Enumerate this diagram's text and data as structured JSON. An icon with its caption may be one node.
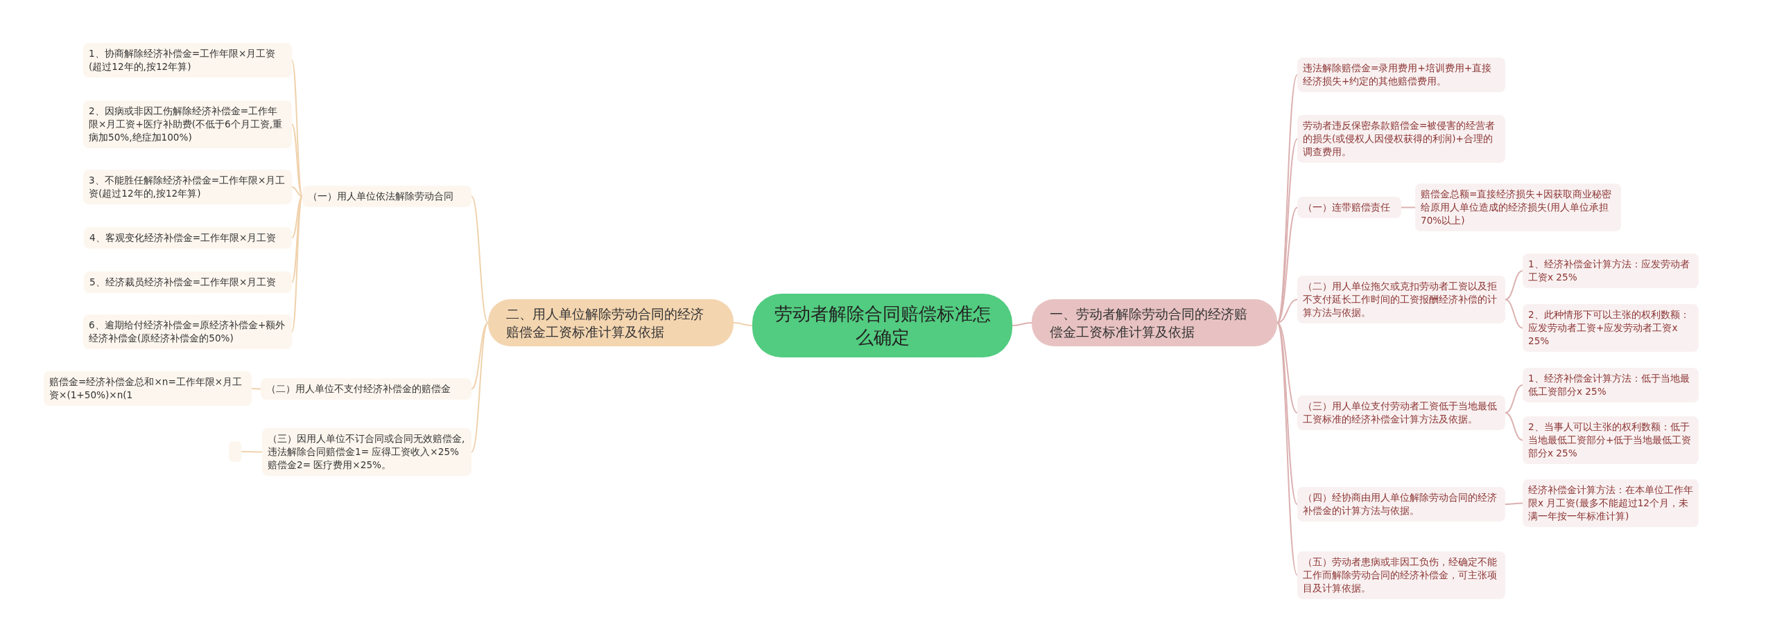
{
  "diagram": {
    "nodes": [
      {
        "text": [
          "劳动者解除合同赔偿标准怎么确定"
        ]
      },
      {
        "text": [
          "一、劳动者解除劳动合同的经济赔偿金工资标准计算及依据"
        ]
      },
      {
        "text": [
          "违法解除赔偿金=录用费用+培训费用+直接经济损失+约定的其他赔偿费用。"
        ]
      },
      {
        "text": [
          "劳动者违反保密条款赔偿金=被侵害的经营者的损失(或侵权人因侵权获得的利润)+合理的调查费用。"
        ]
      },
      {
        "text": [
          "（一）连带赔偿责任"
        ]
      },
      {
        "text": [
          "赔偿金总额=直接经济损失+因获取商业秘密给原用人单位造成的经济损失(用人单位承担70%以上)"
        ]
      },
      {
        "text": [
          "（二）用人单位拖欠或克扣劳动者工资以及拒不支付延长工作时间的工资报酬经济补偿的计算方法与依据。"
        ]
      },
      {
        "text": [
          "1、经济补偿金计算方法：应发劳动者工资x 25%"
        ]
      },
      {
        "text": [
          "2、此种情形下可以主张的权利数额：应发劳动者工资+应发劳动者工资x 25%"
        ]
      },
      {
        "text": [
          "（三）用人单位支付劳动者工资低于当地最低工资标准的经济补偿金计算方法及依据。"
        ]
      },
      {
        "text": [
          "1、经济补偿金计算方法：低于当地最低工资部分x 25%"
        ]
      },
      {
        "text": [
          "2、当事人可以主张的权利数额：低于当地最低工资部分+低于当地最低工资部分x 25%"
        ]
      },
      {
        "text": [
          "（四）经协商由用人单位解除劳动合同的经济补偿金的计算方法与依据。"
        ]
      },
      {
        "text": [
          "经济补偿金计算方法：在本单位工作年限x 月工资(最多不能超过12个月，未满一年按一年标准计算)"
        ]
      },
      {
        "text": [
          "（五）劳动者患病或非因工负伤，经确定不能工作而解除劳动合同的经济补偿金，可主张项目及计算依据。"
        ]
      },
      {
        "text": [
          "二、用人单位解除劳动合同的经济赔偿金工资标准计算及依据"
        ]
      },
      {
        "text": [
          "（一）用人单位依法解除劳动合同"
        ]
      },
      {
        "text": [
          "1、协商解除经济补偿金=工作年限×月工资(超过12年的,按12年算)"
        ]
      },
      {
        "text": [
          "2、因病或非因工伤解除经济补偿金=工作年限×月工资+医疗补助费(不低于6个月工资,重病加50%,绝症加100%)"
        ]
      },
      {
        "text": [
          "3、不能胜任解除经济补偿金=工作年限×月工资(超过12年的,按12年算)"
        ]
      },
      {
        "text": [
          "4、客观变化经济补偿金=工作年限×月工资"
        ]
      },
      {
        "text": [
          "5、经济裁员经济补偿金=工作年限×月工资"
        ]
      },
      {
        "text": [
          "6、逾期给付经济补偿金=原经济补偿金+额外经济补偿金(原经济补偿金的50%)"
        ]
      },
      {
        "text": [
          "（二）用人单位不支付经济补偿金的赔偿金"
        ]
      },
      {
        "text": [
          "赔偿金=经济补偿金总和×n=工作年限×月工资×(1+50%)×n(1"
        ]
      },
      {
        "text": [
          "（三）因用人单位不订合同或合同无效赔偿金,违法解除合同赔偿金1= 应得工资收入×25% 赔偿金2= 医疗费用×25%。"
        ]
      },
      {
        "text": [],
        "shape": "box"
      }
    ],
    "edges": [
      {
        "from": 0,
        "to": 1,
        "arrow": "none"
      },
      {
        "from": 1,
        "to": 2,
        "arrow": "none"
      },
      {
        "from": 1,
        "to": 3,
        "arrow": "none"
      },
      {
        "from": 1,
        "to": 4,
        "arrow": "none"
      },
      {
        "from": 4,
        "to": 5,
        "arrow": "none"
      },
      {
        "from": 1,
        "to": 6,
        "arrow": "none"
      },
      {
        "from": 6,
        "to": 7,
        "arrow": "none"
      },
      {
        "from": 6,
        "to": 8,
        "arrow": "none"
      },
      {
        "from": 1,
        "to": 9,
        "arrow": "none"
      },
      {
        "from": 9,
        "to": 10,
        "arrow": "none"
      },
      {
        "from": 9,
        "to": 11,
        "arrow": "none"
      },
      {
        "from": 1,
        "to": 12,
        "arrow": "none"
      },
      {
        "from": 12,
        "to": 13,
        "arrow": "none"
      },
      {
        "from": 1,
        "to": 14,
        "arrow": "none"
      },
      {
        "from": 0,
        "to": 15,
        "arrow": "none",
        "color": "#f0d2ad"
      },
      {
        "from": 15,
        "to": 16,
        "arrow": "none",
        "color": "#f0d2ad"
      },
      {
        "from": 16,
        "to": 17,
        "arrow": "none",
        "color": "#f0d2ad"
      },
      {
        "from": 16,
        "to": 18,
        "arrow": "none",
        "color": "#f0d2ad"
      },
      {
        "from": 16,
        "to": 19,
        "arrow": "none",
        "color": "#f0d2ad"
      },
      {
        "from": 16,
        "to": 20,
        "arrow": "none",
        "color": "#f0d2ad"
      },
      {
        "from": 16,
        "to": 21,
        "arrow": "none",
        "color": "#f0d2ad"
      },
      {
        "from": 16,
        "to": 22,
        "arrow": "none",
        "color": "#f0d2ad"
      },
      {
        "from": 15,
        "to": 23,
        "arrow": "none",
        "color": "#f0d2ad"
      },
      {
        "from": 23,
        "to": 24,
        "arrow": "none",
        "color": "#f0d2ad"
      },
      {
        "from": 15,
        "to": 25,
        "arrow": "none",
        "color": "#f0d2ad"
      },
      {
        "from": 25,
        "to": 26,
        "arrow": "none",
        "color": "#f0d2ad"
      }
    ]
  }
}
